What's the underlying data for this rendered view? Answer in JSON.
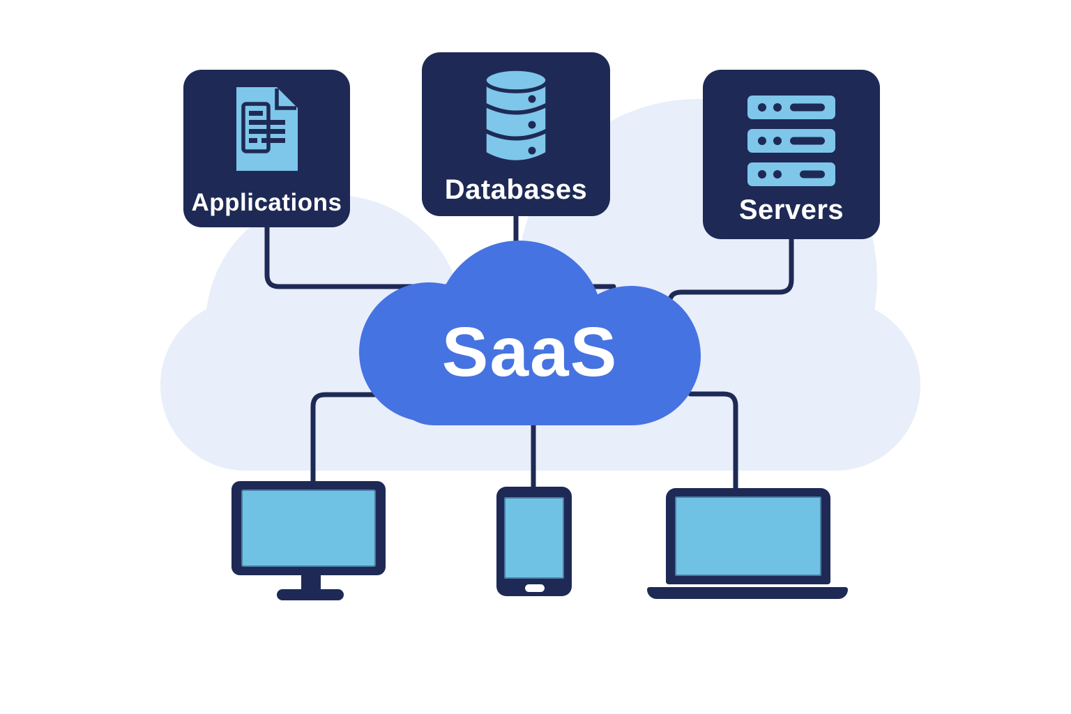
{
  "colors": {
    "navy": "#1E2A55",
    "cloud_blue": "#4673E2",
    "icon_blue": "#7EC6EA",
    "screen_blue": "#70C2E5",
    "pale_cloud": "#E8EEFA",
    "background": "#FFFFFF",
    "label_text": "#FFFFFF"
  },
  "diagram": {
    "cloud": {
      "label": "SaaS",
      "icon": "cloud-icon"
    },
    "nodes": [
      {
        "id": "applications",
        "label": "Applications",
        "icon": "document-icon"
      },
      {
        "id": "databases",
        "label": "Databases",
        "icon": "database-icon"
      },
      {
        "id": "servers",
        "label": "Servers",
        "icon": "server-rack-icon"
      }
    ],
    "devices": [
      {
        "id": "desktop",
        "icon": "desktop-monitor-icon"
      },
      {
        "id": "tablet",
        "icon": "tablet-icon"
      },
      {
        "id": "laptop",
        "icon": "laptop-icon"
      }
    ],
    "connections": [
      {
        "from": "applications",
        "to": "saas-cloud"
      },
      {
        "from": "databases",
        "to": "saas-cloud"
      },
      {
        "from": "servers",
        "to": "saas-cloud"
      },
      {
        "from": "saas-cloud",
        "to": "desktop"
      },
      {
        "from": "saas-cloud",
        "to": "tablet"
      },
      {
        "from": "saas-cloud",
        "to": "laptop"
      }
    ]
  }
}
